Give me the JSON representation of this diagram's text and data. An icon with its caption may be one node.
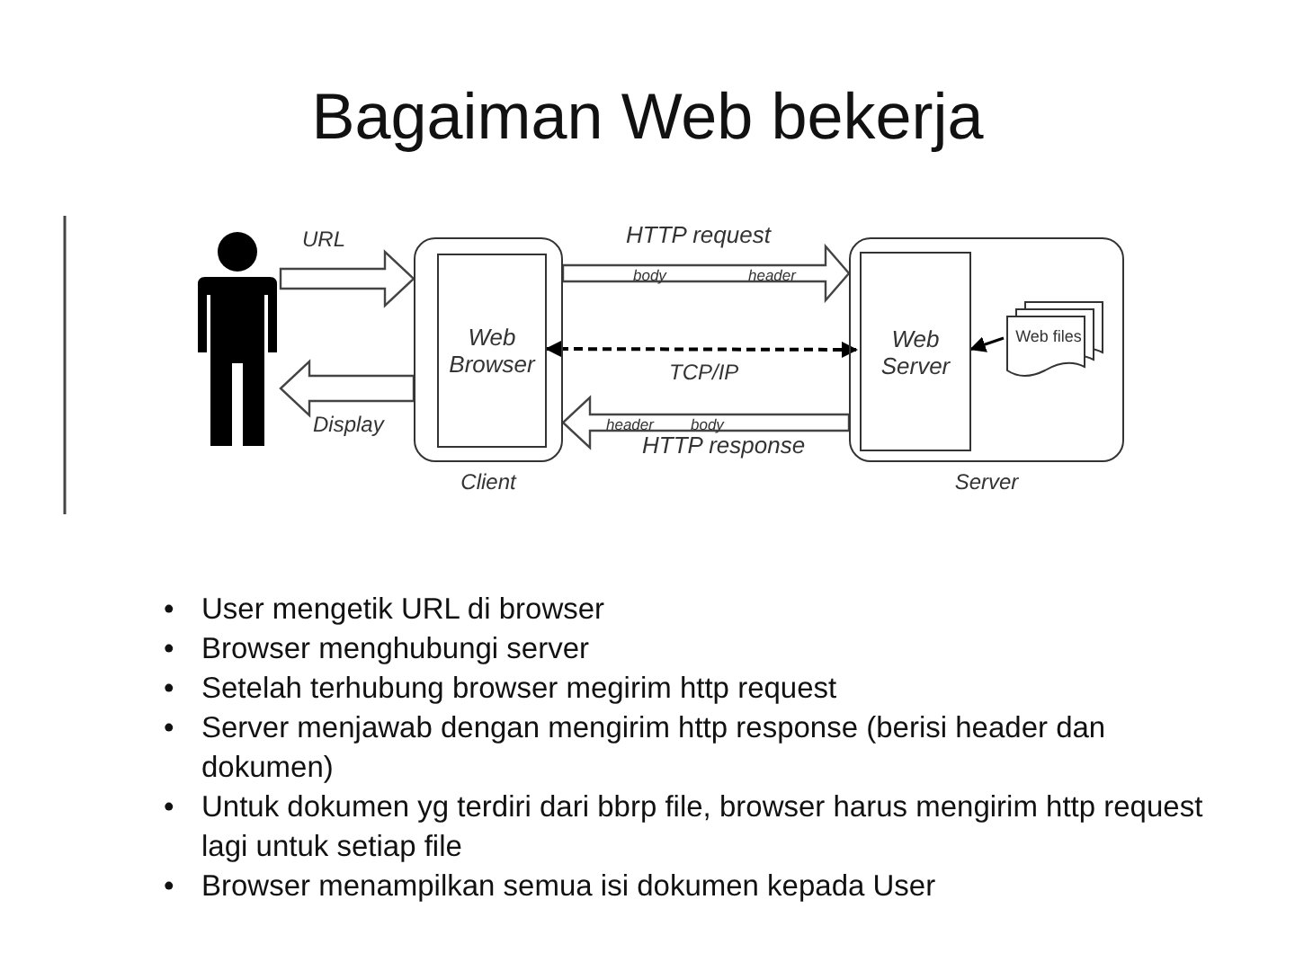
{
  "diagram": {
    "title": "Bagaiman Web bekerja",
    "nodes": [
      {
        "text": [],
        "shape": "person"
      },
      {
        "text": [],
        "shape": "box",
        "beside": [
          "Client"
        ]
      },
      {
        "text": [
          "Web Browser"
        ],
        "in": 1
      },
      {
        "text": [],
        "shape": "box",
        "beside": [
          "Server"
        ]
      },
      {
        "text": [
          "Web Server"
        ],
        "in": 3
      },
      {
        "text": [
          "Web files"
        ],
        "in": 3
      }
    ],
    "edges": [
      {
        "from": 0,
        "to": 1,
        "arrow": "to",
        "label": "URL",
        "style": "thick"
      },
      {
        "from": 1,
        "to": 0,
        "arrow": "to",
        "label": "Display",
        "style": "thick"
      },
      {
        "from": 1,
        "to": 3,
        "arrow": "to",
        "label": "HTTP request",
        "style": "thick"
      },
      {
        "from": 3,
        "to": 1,
        "arrow": "to",
        "label": "HTTP response",
        "style": "thick"
      },
      {
        "from": 2,
        "to": 4,
        "arrow": "both",
        "label": "TCP/IP",
        "style": "dashed"
      },
      {
        "from": 5,
        "to": 4,
        "arrow": "to"
      }
    ],
    "labels": [
      "body",
      "header",
      "header",
      "body",
      "•",
      "User mengetik URL di browser",
      "•",
      "Browser menghubungi server",
      "•",
      "Setelah terhubung browser megirim http request",
      "•",
      "Server menjawab dengan mengirim http response (berisi header dan dokumen)",
      "•",
      "Untuk dokumen yg terdiri dari bbrp file, browser harus mengirim http request lagi untuk setiap file",
      "•",
      "Browser  menampilkan semua isi dokumen kepada User"
    ]
  }
}
